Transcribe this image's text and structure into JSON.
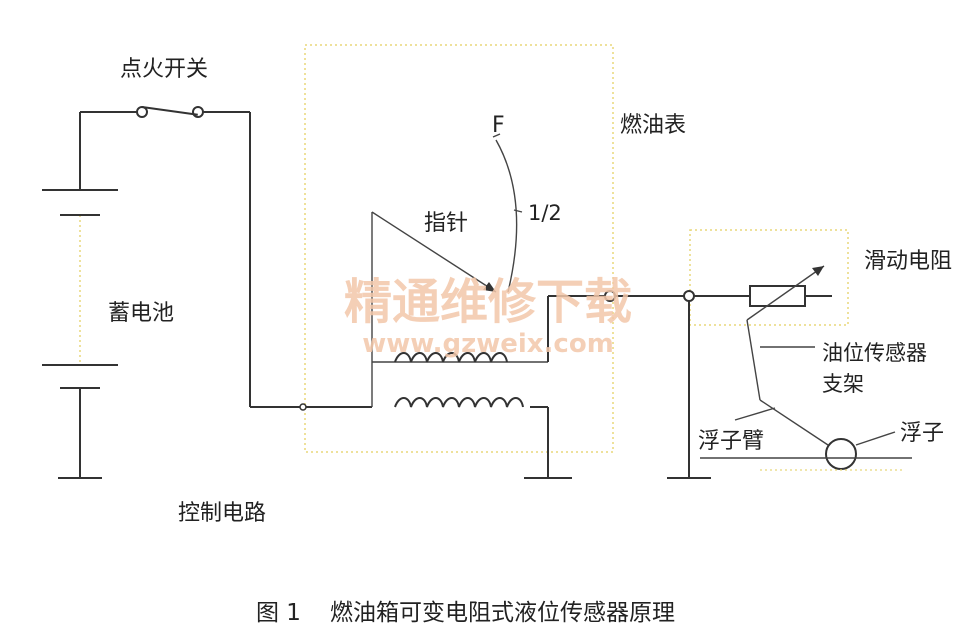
{
  "labels": {
    "switch": "点火开关",
    "battery": "蓄电池",
    "control_circuit": "控制电路",
    "fuel_gauge": "燃油表",
    "pointer": "指针",
    "full_mark": "F",
    "half_mark": "1/2",
    "sliding_resistor": "滑动电阻",
    "sensor_bracket_line1": "油位传感器",
    "sensor_bracket_line2": "支架",
    "float_arm": "浮子臂",
    "float": "浮子"
  },
  "watermark": {
    "line1": "精通维修下载",
    "line2": "www.gzweix.com"
  },
  "caption": {
    "number": "图 1",
    "text": "燃油箱可变电阻式液位传感器原理"
  },
  "colors": {
    "line": "#333333",
    "dashed_box": "#e8d77a",
    "watermark": "#f3c7aa"
  }
}
